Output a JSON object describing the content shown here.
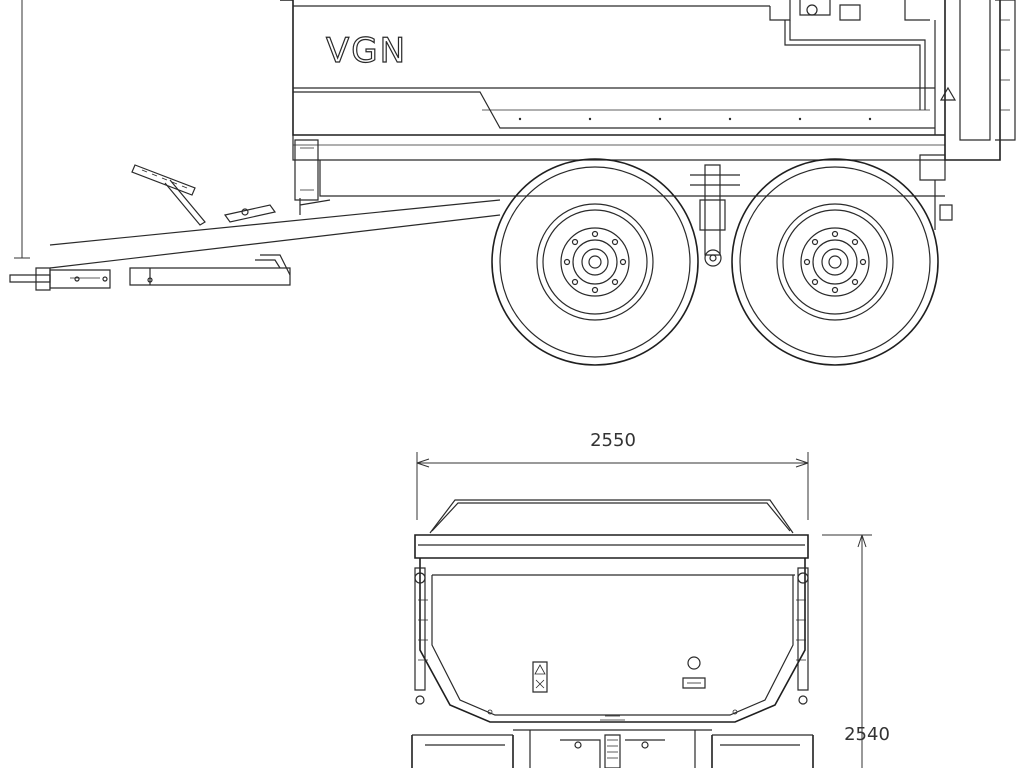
{
  "drawing": {
    "brand_logo": "VGN",
    "dimensions": {
      "rear_width": "2550",
      "rear_height": "2540"
    }
  },
  "views": [
    "side-view",
    "rear-view"
  ],
  "colors": {
    "line": "#2a2a2a",
    "background": "#ffffff"
  }
}
